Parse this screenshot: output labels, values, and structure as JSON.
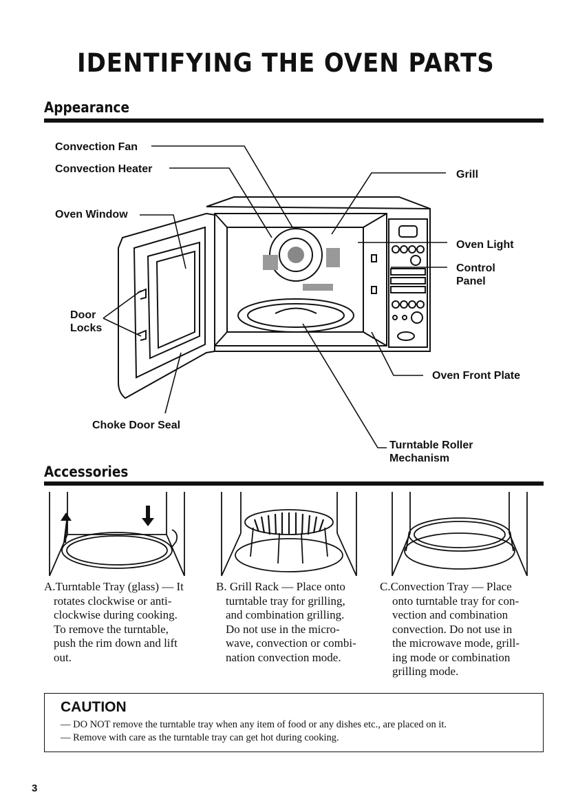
{
  "title": "IDENTIFYING THE OVEN PARTS",
  "appearance": {
    "heading": "Appearance",
    "labels": {
      "convection_fan": "Convection Fan",
      "convection_heater": "Convection Heater",
      "oven_window": "Oven Window",
      "door_locks_1": "Door",
      "door_locks_2": "Locks",
      "choke_door_seal": "Choke Door Seal",
      "grill": "Grill",
      "oven_light": "Oven Light",
      "control_panel_1": "Control",
      "control_panel_2": "Panel",
      "oven_front_plate": "Oven Front Plate",
      "turntable_roller_1": "Turntable Roller",
      "turntable_roller_2": "Mechanism"
    }
  },
  "accessories": {
    "heading": "Accessories",
    "items": [
      {
        "lines": [
          "A.Turntable Tray (glass) — It",
          "rotates clockwise or anti-",
          "clockwise during cooking.",
          "To remove the turntable,",
          "push the rim down and lift",
          "out."
        ]
      },
      {
        "lines": [
          "B. Grill Rack — Place onto",
          "turntable tray for grilling,",
          "and combination grilling.",
          "Do not use in the micro-",
          "wave, convection or combi-",
          "nation convection mode."
        ]
      },
      {
        "lines": [
          "C.Convection Tray — Place",
          "onto turntable tray for con-",
          "vection and combination",
          "convection. Do not use in",
          "the microwave mode, grill-",
          "ing mode or combination",
          "grilling mode."
        ]
      }
    ]
  },
  "caution": {
    "title": "CAUTION",
    "line1": "— DO NOT remove the turntable tray when any item of food or any dishes etc., are placed on it.",
    "line2": "— Remove with care as the turntable tray can get hot during cooking."
  },
  "page_number": "3"
}
